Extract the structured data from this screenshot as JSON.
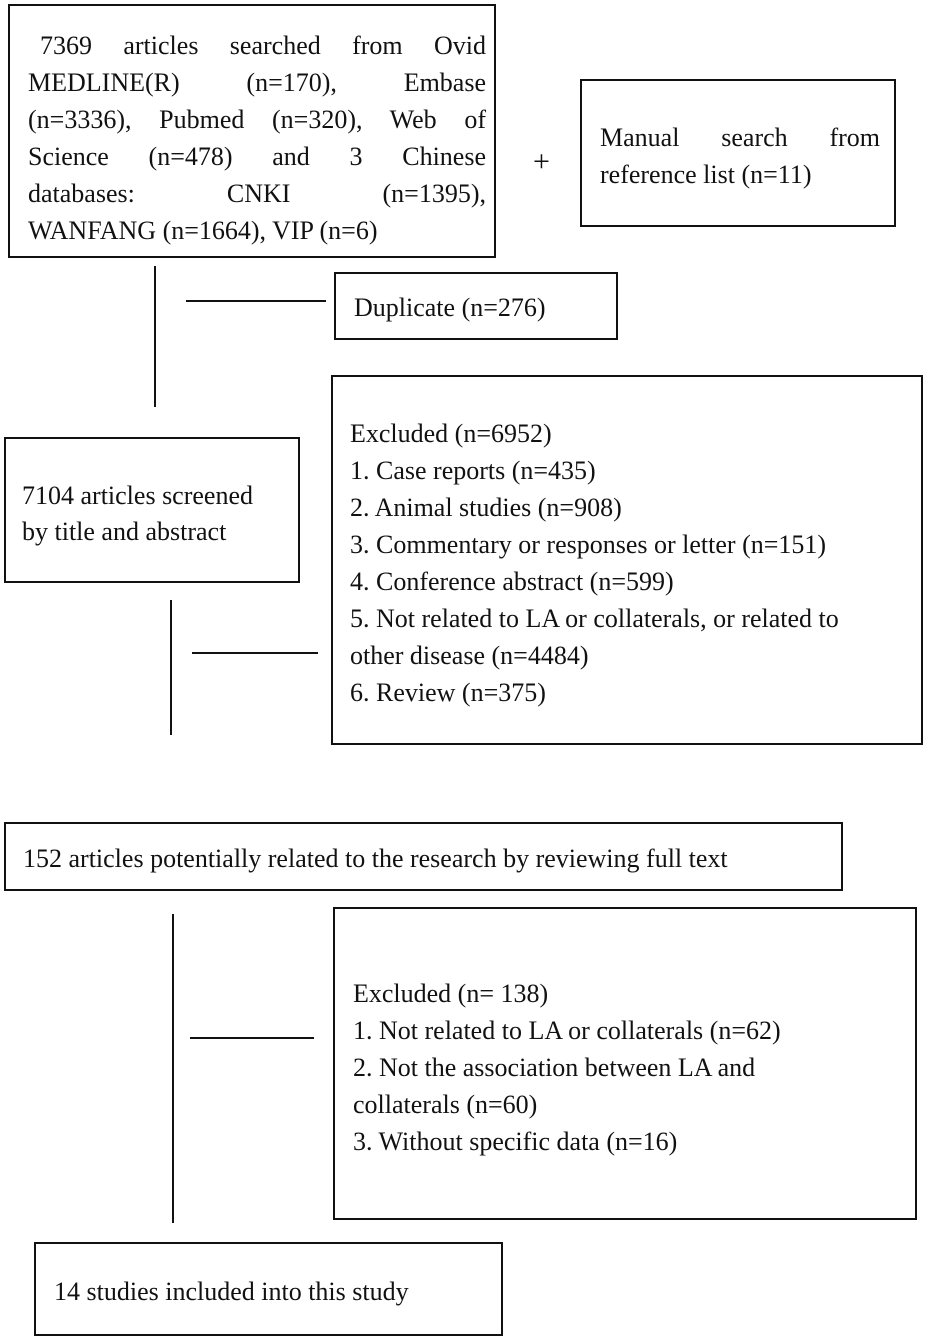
{
  "search_box": {
    "lines": [
      "7369 articles searched from Ovid",
      "MEDLINE(R) (n=170), Embase",
      "(n=3336), Pubmed (n=320), Web of",
      "Science (n=478) and 3 Chinese",
      "databases: CNKI (n=1395),",
      "WANFANG (n=1664), VIP (n=6)"
    ]
  },
  "plus_sign": "+",
  "manual_box": {
    "lines": [
      "Manual search from",
      "reference list (n=11)"
    ]
  },
  "duplicate_box": {
    "text": "Duplicate (n=276)"
  },
  "screened_box": {
    "lines": [
      "7104 articles screened",
      "by title and abstract"
    ]
  },
  "excluded_box_1": {
    "title": "Excluded (n=6952)",
    "items": [
      "1. Case reports (n=435)",
      "2. Animal studies (n=908)",
      "3. Commentary or responses or letter (n=151)",
      "4. Conference abstract (n=599)",
      "5. Not related to LA or collaterals, or related to",
      "other disease (n=4484)",
      "6. Review (n=375)"
    ]
  },
  "fulltext_box": {
    "text": "152 articles potentially related to the research by reviewing full text"
  },
  "excluded_box_2": {
    "title": "Excluded (n= 138)",
    "items": [
      "1. Not related to LA or collaterals (n=62)",
      "2. Not the association between LA and",
      "collaterals (n=60)",
      "3. Without specific data (n=16)"
    ]
  },
  "included_box": {
    "text": "14 studies included into this study"
  }
}
